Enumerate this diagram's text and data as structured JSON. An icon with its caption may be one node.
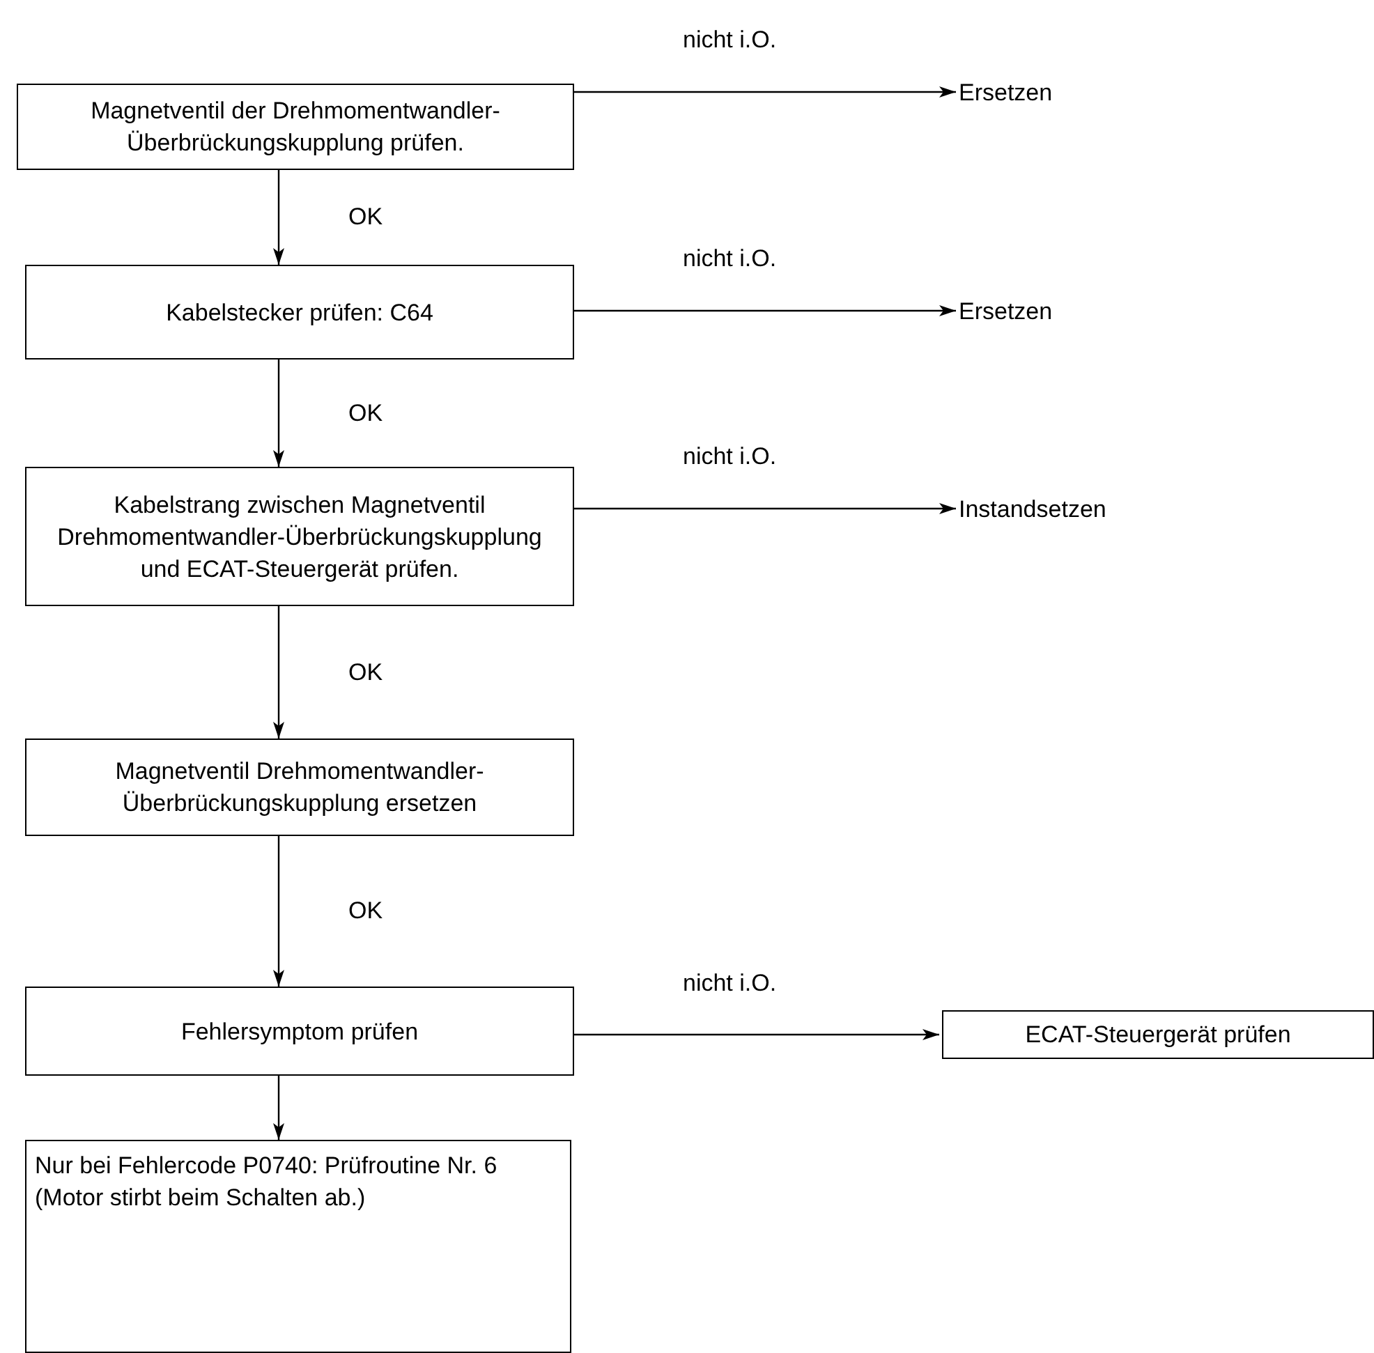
{
  "diagram": {
    "nodes": [
      {
        "text": [
          "Magnetventil der Drehmomentwandler-Überbrückungskupplung prüfen."
        ]
      },
      {
        "text": [
          "Ersetzen"
        ]
      },
      {
        "text": [
          "Kabelstecker prüfen: C64"
        ]
      },
      {
        "text": [
          "Ersetzen"
        ]
      },
      {
        "text": [
          "Kabelstrang zwischen Magnetventil Drehmomentwandler-Überbrückungskupplung und ECAT-Steuergerät prüfen."
        ]
      },
      {
        "text": [
          "Instandsetzen"
        ]
      },
      {
        "text": [
          "Magnetventil Drehmomentwandler-Überbrückungskupplung ersetzen"
        ]
      },
      {
        "text": [
          "Fehlersymptom prüfen"
        ]
      },
      {
        "text": [
          "ECAT-Steuergerät prüfen"
        ]
      },
      {
        "text": [
          "Nur bei Fehlercode P0740: Prüfroutine Nr. 6 (Motor stirbt beim Schalten ab.)"
        ]
      }
    ],
    "edges": [
      {
        "from": 0,
        "to": 1,
        "arrow": "to",
        "label": "nicht i.O."
      },
      {
        "from": 0,
        "to": 2,
        "arrow": "to",
        "label": "OK"
      },
      {
        "from": 2,
        "to": 3,
        "arrow": "to",
        "label": "nicht i.O."
      },
      {
        "from": 2,
        "to": 4,
        "arrow": "to",
        "label": "OK"
      },
      {
        "from": 4,
        "to": 5,
        "arrow": "to",
        "label": "nicht i.O."
      },
      {
        "from": 4,
        "to": 6,
        "arrow": "to",
        "label": "OK"
      },
      {
        "from": 6,
        "to": 7,
        "arrow": "to",
        "label": "OK"
      },
      {
        "from": 7,
        "to": 8,
        "arrow": "to",
        "label": "nicht i.O."
      },
      {
        "from": 7,
        "to": 9,
        "arrow": "to"
      }
    ]
  }
}
